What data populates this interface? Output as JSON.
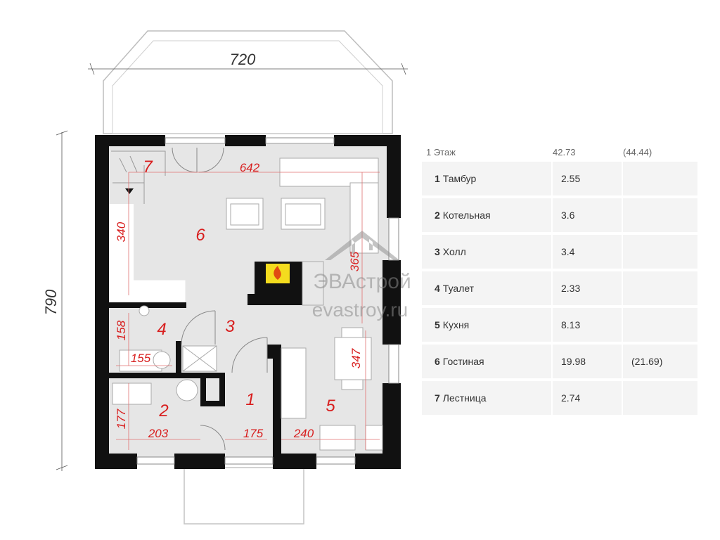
{
  "plan": {
    "dimensions": {
      "overall_width": "720",
      "overall_height": "790",
      "w642": "642",
      "h340": "340",
      "h365": "365",
      "h158": "158",
      "w155": "155",
      "h347": "347",
      "h177": "177",
      "w203": "203",
      "w175": "175",
      "w240": "240"
    },
    "room_labels": [
      "1",
      "2",
      "3",
      "4",
      "5",
      "6",
      "7"
    ],
    "watermark": {
      "brand": "ЭВАстрой",
      "site": "evastroy.ru"
    },
    "colors": {
      "wall": "#111111",
      "floor": "#e6e6e6",
      "accent": "#d81e1e",
      "outline": "#b5b5b5"
    }
  },
  "table": {
    "header": {
      "floor": "1 Этаж",
      "area": "42.73",
      "area_total": "(44.44)"
    },
    "rooms": [
      {
        "num": "1",
        "name": "Тамбур",
        "area": "2.55",
        "area_total": ""
      },
      {
        "num": "2",
        "name": "Котельная",
        "area": "3.6",
        "area_total": ""
      },
      {
        "num": "3",
        "name": "Холл",
        "area": "3.4",
        "area_total": ""
      },
      {
        "num": "4",
        "name": "Туалет",
        "area": "2.33",
        "area_total": ""
      },
      {
        "num": "5",
        "name": "Кухня",
        "area": "8.13",
        "area_total": ""
      },
      {
        "num": "6",
        "name": "Гостиная",
        "area": "19.98",
        "area_total": "(21.69)"
      },
      {
        "num": "7",
        "name": "Лестница",
        "area": "2.74",
        "area_total": ""
      }
    ]
  }
}
